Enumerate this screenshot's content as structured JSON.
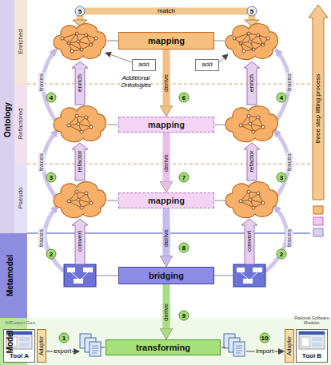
{
  "diagram": {
    "nodes": [
      {
        "text": [
          "mapping"
        ]
      },
      {
        "text": [
          "add"
        ]
      },
      {
        "text": [
          "add"
        ]
      },
      {
        "text": [
          "mapping"
        ]
      },
      {
        "text": [
          "mapping"
        ]
      },
      {
        "text": [
          "bridging"
        ]
      },
      {
        "text": [
          "Tool A"
        ]
      },
      {
        "text": [
          "Adapter"
        ]
      },
      {
        "text": [
          "transforming"
        ]
      },
      {
        "text": [
          "Adapter"
        ]
      },
      {
        "text": [
          "Tool B"
        ]
      }
    ],
    "edges": [
      {
        "from": 0,
        "to": 3,
        "label": "derive",
        "arrow": "to"
      },
      {
        "from": 3,
        "to": 4,
        "label": "derive",
        "arrow": "to"
      },
      {
        "from": 4,
        "to": 5,
        "label": "derive",
        "arrow": "to"
      },
      {
        "from": 5,
        "to": 8,
        "label": "derive",
        "arrow": "to"
      }
    ],
    "labels": [
      "Ontology",
      "Enriched",
      "Refactored",
      "Pseudo",
      "Metamodel",
      "Model",
      "match",
      "5",
      "5",
      "4",
      "4",
      "enrich",
      "enrich",
      "traces",
      "traces",
      "Additional Ontologies",
      "6",
      "3",
      "3",
      "refactor",
      "refactor",
      "traces",
      "traces",
      "7",
      "2",
      "2",
      "convert",
      "convert",
      "traces",
      "traces",
      "8",
      "9",
      "AllFusion Gen.",
      "Rational Software Modeler",
      "1",
      "export",
      "10",
      "import",
      "three step lifting process"
    ]
  }
}
